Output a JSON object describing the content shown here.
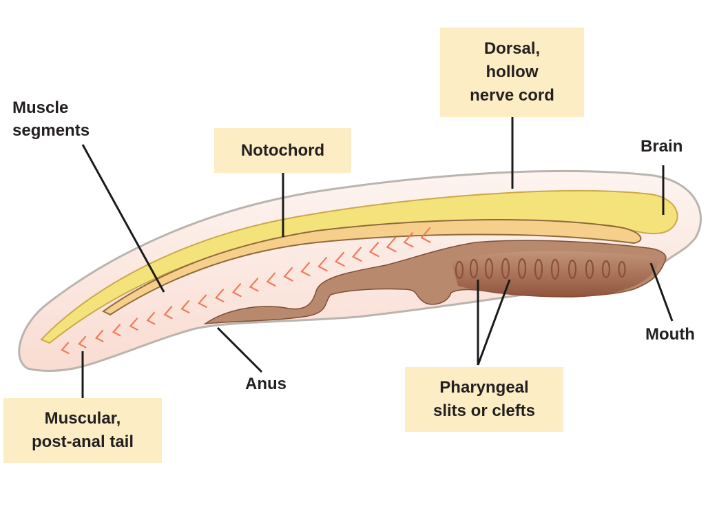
{
  "labels": {
    "dorsal_nerve_cord": [
      "Dorsal,",
      "hollow",
      "nerve cord"
    ],
    "muscle_segments": [
      "Muscle",
      "segments"
    ],
    "notochord": "Notochord",
    "brain": "Brain",
    "mouth": "Mouth",
    "anus": "Anus",
    "pharyngeal_slits": [
      "Pharyngeal",
      "slits or clefts"
    ],
    "post_anal_tail": [
      "Muscular,",
      "post-anal tail"
    ]
  },
  "colors": {
    "label_box": "#fdedc4",
    "body_fill": "#fbe9e3",
    "body_outline": "#b9b4ae",
    "nerve_cord": "#f4e27a",
    "notochord": "#f6cf8a",
    "gut": "#b8896d",
    "pharynx": "#9b5e45",
    "muscle_chevrons": "#f07a5a",
    "leader_line": "#1a1a1a"
  }
}
